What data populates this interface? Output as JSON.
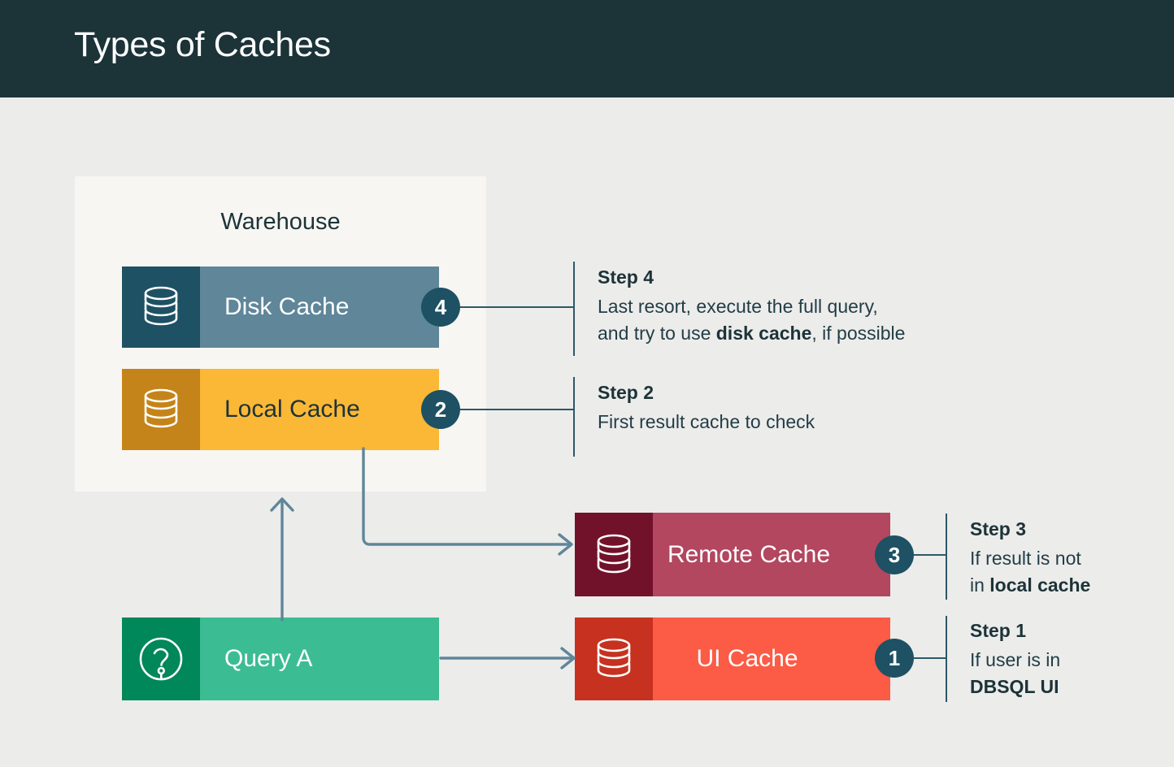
{
  "header": {
    "title": "Types of Caches",
    "bg_color": "#1c3338",
    "text_color": "#ffffff"
  },
  "canvas": {
    "bg_color": "#ececeb"
  },
  "warehouse": {
    "label": "Warehouse",
    "panel_color": "#f7f6f2",
    "boxes": [
      {
        "id": "disk-cache",
        "label": "Disk Cache",
        "icon": "database-icon",
        "icon_bg": "#1d5163",
        "body_bg": "#5f8699",
        "text_color": "#ffffff",
        "badge": "4"
      },
      {
        "id": "local-cache",
        "label": "Local Cache",
        "icon": "database-icon",
        "icon_bg": "#c58419",
        "body_bg": "#fbb836",
        "text_color": "#1c3338",
        "badge": "2"
      }
    ]
  },
  "nodes": {
    "query": {
      "label": "Query A",
      "icon": "question-mark-circle-icon",
      "icon_bg": "#00875a",
      "body_bg": "#3cbc92",
      "text_color": "#ffffff"
    },
    "remote_cache": {
      "label": "Remote Cache",
      "icon": "database-icon",
      "icon_bg": "#72122a",
      "body_bg": "#b2475f",
      "text_color": "#ffffff",
      "badge": "3"
    },
    "ui_cache": {
      "label": "UI Cache",
      "icon": "database-icon",
      "icon_bg": "#c6321f",
      "body_bg": "#fc5b46",
      "text_color": "#ffffff",
      "badge": "1"
    }
  },
  "steps": [
    {
      "number": "1",
      "title": "Step 1",
      "desc_line1": "If user is in",
      "desc_line2_bold": "DBSQL UI",
      "desc_line2_rest": "",
      "target": "ui_cache"
    },
    {
      "number": "2",
      "title": "Step 2",
      "desc_line1": "First result cache to check",
      "desc_line2_bold": "",
      "desc_line2_rest": "",
      "target": "local_cache"
    },
    {
      "number": "3",
      "title": "Step 3",
      "desc_line1": "If result is not",
      "desc_line2_pre": "in ",
      "desc_line2_bold": "local cache",
      "desc_line2_rest": "",
      "target": "remote_cache"
    },
    {
      "number": "4",
      "title": "Step 4",
      "desc_line1": "Last resort, execute the full query,",
      "desc_line2_pre": "and try to use ",
      "desc_line2_bold": "disk cache",
      "desc_line2_rest": ", if possible",
      "target": "disk_cache"
    }
  ],
  "arrows": {
    "color": "#5f8699",
    "query_to_warehouse": "up",
    "local_to_remote": "down-then-right",
    "query_to_ui_cache": "right"
  },
  "accents": {
    "badge_bg": "#1d5163",
    "badge_text": "#ffffff",
    "bracket_line": "#2c5866"
  }
}
